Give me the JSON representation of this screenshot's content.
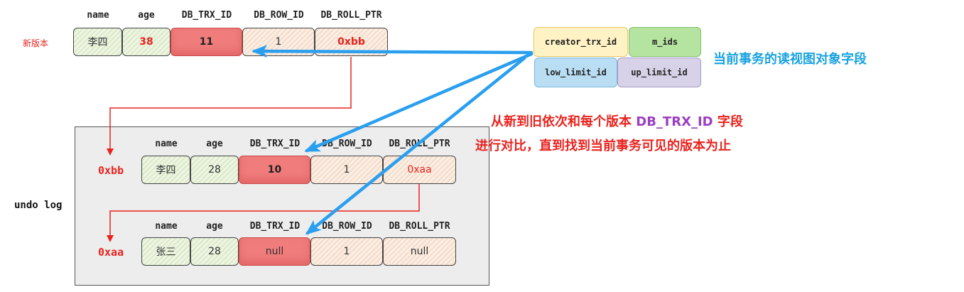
{
  "headers": {
    "name": "name",
    "age": "age",
    "trx": "DB_TRX_ID",
    "row": "DB_ROW_ID",
    "roll": "DB_ROLL_PTR"
  },
  "new_version": {
    "label": "新版本",
    "name": "李四",
    "age": "38",
    "trx": "11",
    "row": "1",
    "roll": "0xbb"
  },
  "undo_log": {
    "label": "undo log",
    "rows": [
      {
        "addr": "0xbb",
        "name": "李四",
        "age": "28",
        "trx": "10",
        "row": "1",
        "roll": "0xaa"
      },
      {
        "addr": "0xaa",
        "name": "张三",
        "age": "28",
        "trx": "null",
        "row": "1",
        "roll": "null"
      }
    ]
  },
  "read_view": {
    "fields": {
      "creator": "creator_trx_id",
      "mids": "m_ids",
      "low": "low_limit_id",
      "up": "up_limit_id"
    },
    "caption": "当前事务的读视图对象字段"
  },
  "explanation": {
    "line1_prefix": "从新到旧依次和每个版本 ",
    "line1_highlight": "DB_TRX_ID",
    "line1_suffix": " 字段",
    "line2": "进行对比，直到找到当前事务可见的版本为止"
  },
  "colors": {
    "red": "#e8241f",
    "blue_arrow": "#2a9fef",
    "purple": "#9b3fc2",
    "caption_blue": "#1aa3e0"
  }
}
